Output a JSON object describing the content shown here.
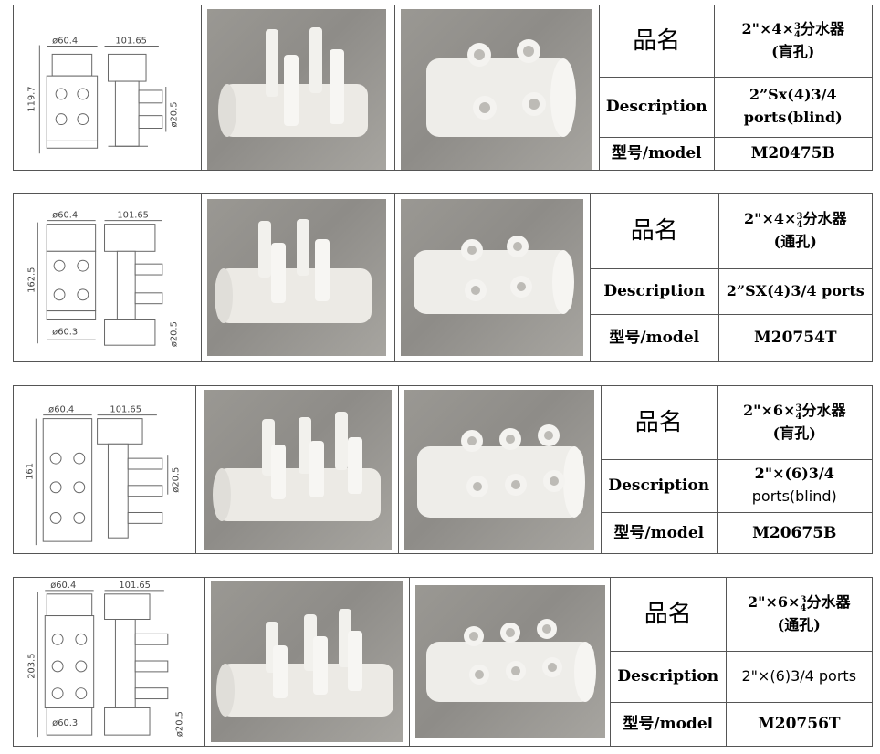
{
  "labels": {
    "name": "品名",
    "description": "Description",
    "model": "型号/model"
  },
  "products": [
    {
      "name_prefix": "2\"×4×",
      "frac_num": "3",
      "frac_den": "4",
      "name_suffix": "分水器",
      "type_line": "(肓孔)",
      "description": "2”Sx(4)3/4 ports(blind)",
      "model": "M20475B",
      "dims": {
        "width": "ø60.4",
        "length": "101.65",
        "height": "119.7",
        "port": "ø20.5",
        "bottom": ""
      }
    },
    {
      "name_prefix": "2\"×4×",
      "frac_num": "3",
      "frac_den": "4",
      "name_suffix": "分水器",
      "type_line": "(通孔)",
      "description": "2”SX(4)3/4 ports",
      "model": "M20754T",
      "dims": {
        "width": "ø60.4",
        "length": "101.65",
        "height": "162.5",
        "port": "ø20.5",
        "bottom": "ø60.3"
      }
    },
    {
      "name_prefix": "2\"×6×",
      "frac_num": "3",
      "frac_den": "4",
      "name_suffix": "分水器",
      "type_line": "(肓孔)",
      "description_main": "2\"×(6)3/4",
      "description_sub": "ports(blind)",
      "model": "M20675B",
      "dims": {
        "width": "ø60.4",
        "length": "101.65",
        "height": "161",
        "port": "ø20.5",
        "bottom": ""
      }
    },
    {
      "name_prefix": "2\"×6×",
      "frac_num": "3",
      "frac_den": "4",
      "name_suffix": "分水器",
      "type_line": "(通孔)",
      "description": "2\"×(6)3/4 ports",
      "model": "M20756T",
      "dims": {
        "width": "ø60.4",
        "length": "101.65",
        "height": "203.5",
        "port": "ø20.5",
        "bottom": "ø60.3"
      }
    }
  ]
}
